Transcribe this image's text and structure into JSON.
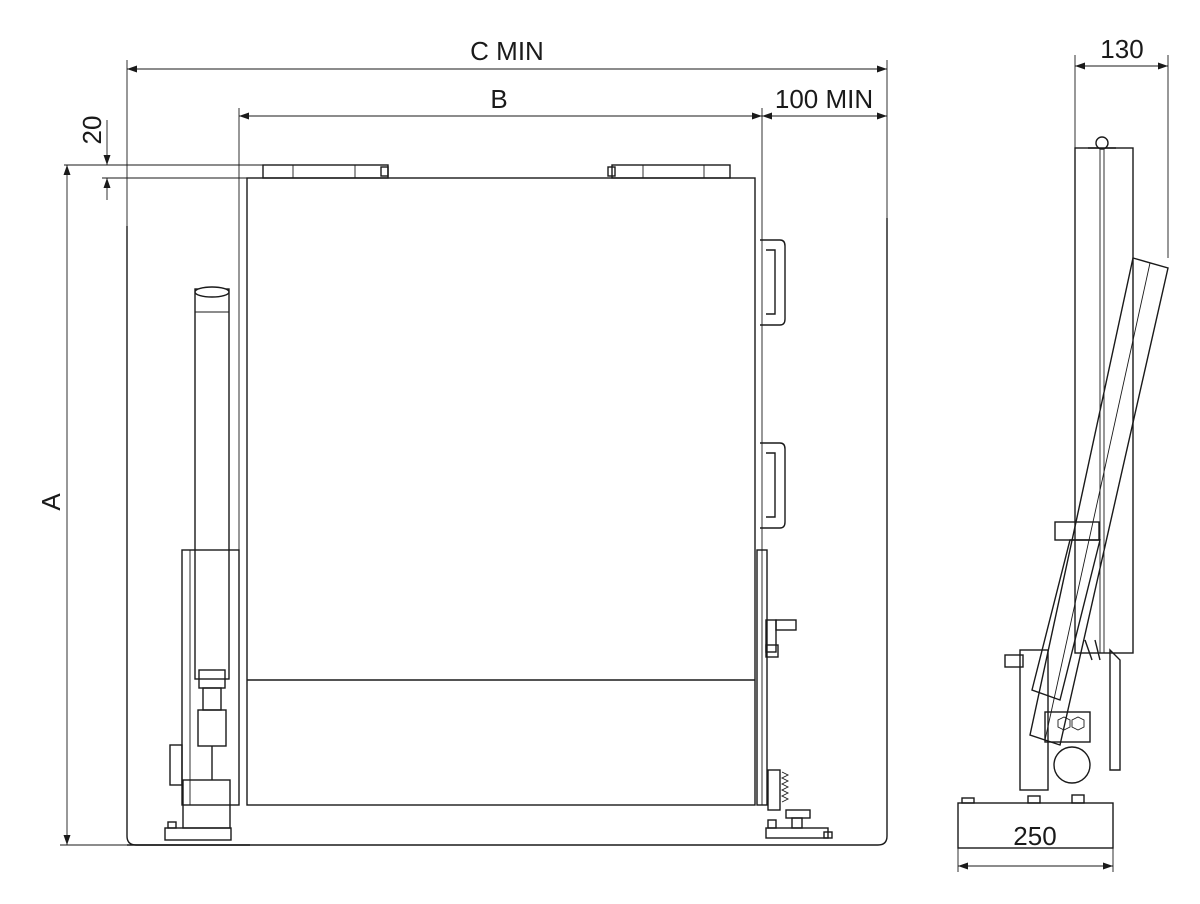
{
  "dimensions": {
    "c_min": "C MIN",
    "b": "B",
    "right_clearance": "100 MIN",
    "top_offset": "20",
    "height": "A",
    "side_depth_top": "130",
    "side_base_width": "250"
  }
}
